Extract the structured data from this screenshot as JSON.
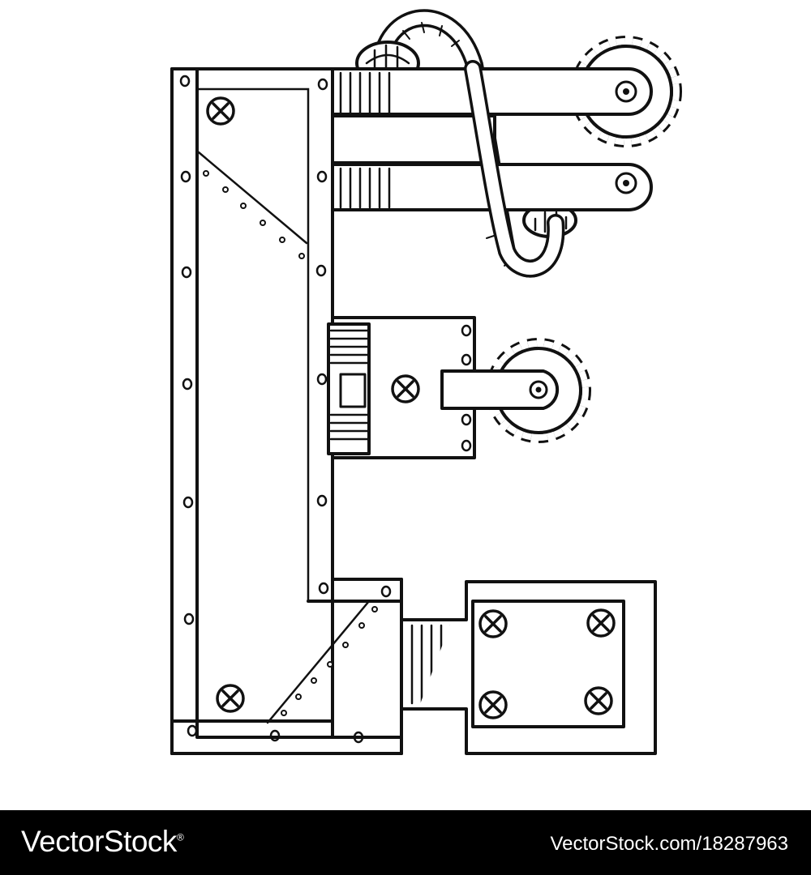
{
  "artwork": {
    "subject": "steampunk letter E illustration",
    "ink_color": "#111111",
    "paper_color": "#ffffff"
  },
  "footer": {
    "brand_left": "VectorStock",
    "brand_left_mark": "®",
    "brand_right": "VectorStock.com/18287963",
    "background": "#000000",
    "text_color": "#ffffff"
  }
}
